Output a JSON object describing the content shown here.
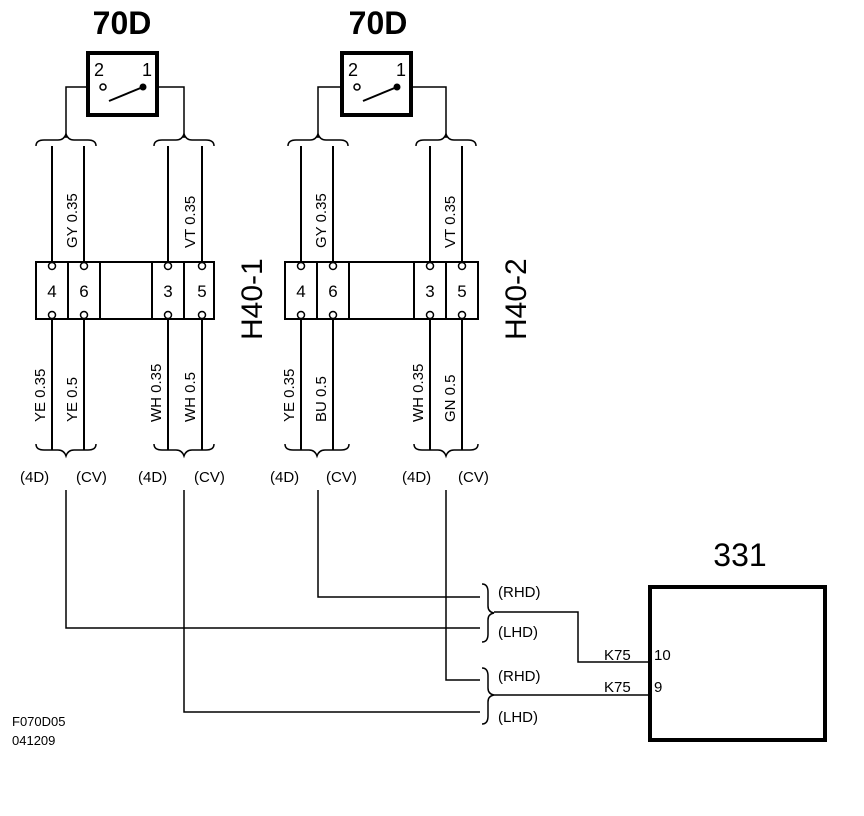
{
  "switches": [
    {
      "label": "70D",
      "pin_left": "2",
      "pin_right": "1"
    },
    {
      "label": "70D",
      "pin_left": "2",
      "pin_right": "1"
    }
  ],
  "connectors": [
    {
      "label": "H40-1",
      "pins": [
        "4",
        "6",
        "3",
        "5"
      ],
      "top_wires": [
        "GY 0.35",
        "VT 0.35"
      ],
      "bottom_wires": [
        "YE 0.35",
        "YE 0.5",
        "WH 0.35",
        "WH 0.5"
      ],
      "variants": [
        "(4D)",
        "(CV)",
        "(4D)",
        "(CV)"
      ]
    },
    {
      "label": "H40-2",
      "pins": [
        "4",
        "6",
        "3",
        "5"
      ],
      "top_wires": [
        "GY 0.35",
        "VT 0.35"
      ],
      "bottom_wires": [
        "YE 0.35",
        "BU 0.5",
        "WH 0.35",
        "GN 0.5"
      ],
      "variants": [
        "(4D)",
        "(CV)",
        "(4D)",
        "(CV)"
      ]
    }
  ],
  "routing": [
    "(RHD)",
    "(LHD)",
    "(RHD)",
    "(LHD)"
  ],
  "module": {
    "label": "331",
    "pins": [
      {
        "connector": "K75",
        "pin": "10"
      },
      {
        "connector": "K75",
        "pin": "9"
      }
    ]
  },
  "footer": {
    "code": "F070D05",
    "date": "041209"
  }
}
